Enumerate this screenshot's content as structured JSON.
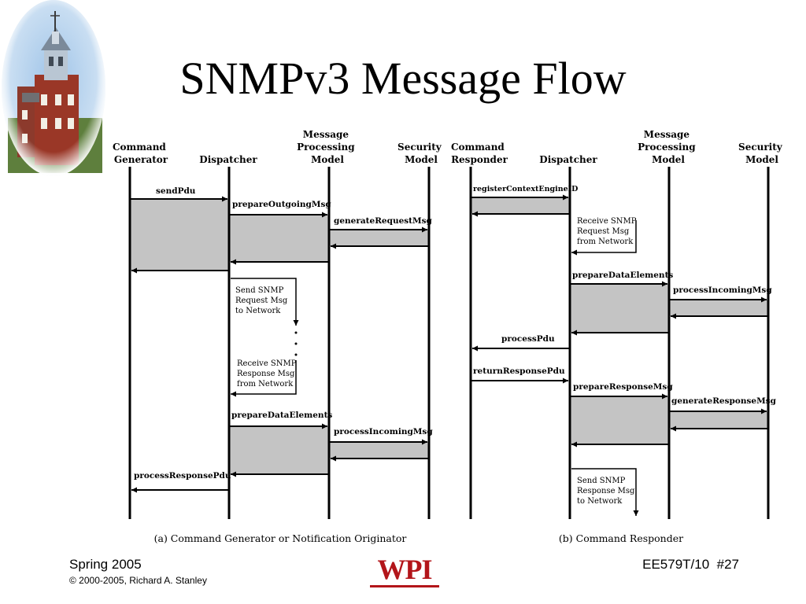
{
  "slide": {
    "title": "SNMPv3 Message Flow"
  },
  "footer": {
    "season": "Spring 2005",
    "copyright": "© 2000-2005, Richard A. Stanley",
    "course": "EE579T/10",
    "slide_number": "#27",
    "logo": "WPI"
  },
  "colors": {
    "block_fill": "#c4c4c4",
    "logo_red": "#b3151a"
  },
  "diagram": {
    "part_a": {
      "caption": "(a) Command Generator or Notification Originator",
      "headers": {
        "cmdgen": [
          "Command",
          "Generator"
        ],
        "dispatcher": [
          "Dispatcher"
        ],
        "mpm": [
          "Message",
          "Processing",
          "Model"
        ],
        "security": [
          "Security",
          "Model"
        ]
      },
      "messages": {
        "sendPdu": "sendPdu",
        "prepareOutgoingMsg": "prepareOutgoingMsg",
        "generateRequestMsg": "generateRequestMsg",
        "prepareDataElements": "prepareDataElements",
        "processIncomingMsg": "processIncomingMsg",
        "processResponsePdu": "processResponsePdu"
      },
      "notes": {
        "send": [
          "Send SNMP",
          "Request Msg",
          "to Network"
        ],
        "receive": [
          "Receive SNMP",
          "Response Msg",
          "from Network"
        ]
      }
    },
    "part_b": {
      "caption": "(b) Command Responder",
      "headers": {
        "cmdresp": [
          "Command",
          "Responder"
        ],
        "dispatcher": [
          "Dispatcher"
        ],
        "mpm": [
          "Message",
          "Processing",
          "Model"
        ],
        "security": [
          "Security",
          "Model"
        ]
      },
      "messages": {
        "registerContextEngineID": "registerContextEngineID",
        "prepareDataElements": "prepareDataElements",
        "processIncomingMsg": "processIncomingMsg",
        "processPdu": "processPdu",
        "returnResponsePdu": "returnResponsePdu",
        "prepareResponseMsg": "prepareResponseMsg",
        "generateResponseMsg": "generateResponseMsg"
      },
      "notes": {
        "receive": [
          "Receive SNMP",
          "Request Msg",
          "from Network"
        ],
        "send": [
          "Send SNMP",
          "Response Msg",
          "to Network"
        ]
      }
    }
  }
}
